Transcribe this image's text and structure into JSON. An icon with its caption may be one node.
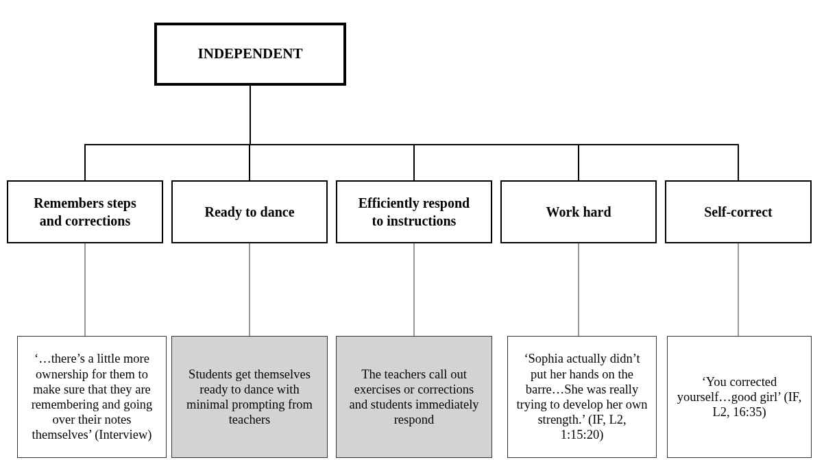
{
  "diagram": {
    "nodes": [
      {
        "text": [
          "INDEPENDENT"
        ]
      },
      {
        "text": [
          "Remembers steps and corrections"
        ]
      },
      {
        "text": [
          "Ready to dance"
        ]
      },
      {
        "text": [
          "Efficiently respond to instructions"
        ]
      },
      {
        "text": [
          "Work hard"
        ]
      },
      {
        "text": [
          "Self-correct"
        ]
      },
      {
        "text": [
          "‘…there’s a little more ownership for them to make sure that they are remembering and going over their notes themselves’ (Interview)"
        ]
      },
      {
        "text": [
          "Students get themselves ready to dance with minimal prompting from teachers"
        ]
      },
      {
        "text": [
          "The teachers call out exercises or corrections and students immediately respond"
        ]
      },
      {
        "text": [
          "‘Sophia actually didn’t put her hands on the barre…She was really trying to develop her own strength.’ (IF, L2, 1:15:20)"
        ]
      },
      {
        "text": [
          "‘You corrected yourself…good girl’ (IF, L2, 16:35)"
        ]
      }
    ],
    "edges": [
      {
        "from": 0,
        "to": 1,
        "arrow": "none"
      },
      {
        "from": 0,
        "to": 2,
        "arrow": "none"
      },
      {
        "from": 0,
        "to": 3,
        "arrow": "none"
      },
      {
        "from": 0,
        "to": 4,
        "arrow": "none"
      },
      {
        "from": 0,
        "to": 5,
        "arrow": "none"
      },
      {
        "from": 1,
        "to": 6,
        "arrow": "none"
      },
      {
        "from": 2,
        "to": 7,
        "arrow": "none"
      },
      {
        "from": 3,
        "to": 8,
        "arrow": "none"
      },
      {
        "from": 4,
        "to": 9,
        "arrow": "none"
      },
      {
        "from": 5,
        "to": 10,
        "arrow": "none"
      }
    ]
  }
}
